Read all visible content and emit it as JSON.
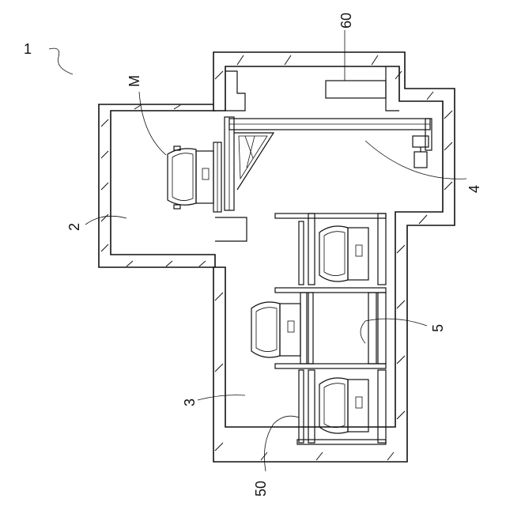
{
  "labels": {
    "figure": "1",
    "entrance": "2",
    "storage": "3",
    "crane": "4",
    "shelf": "5",
    "pallet": "50",
    "motor": "60",
    "vehicle": "M"
  }
}
